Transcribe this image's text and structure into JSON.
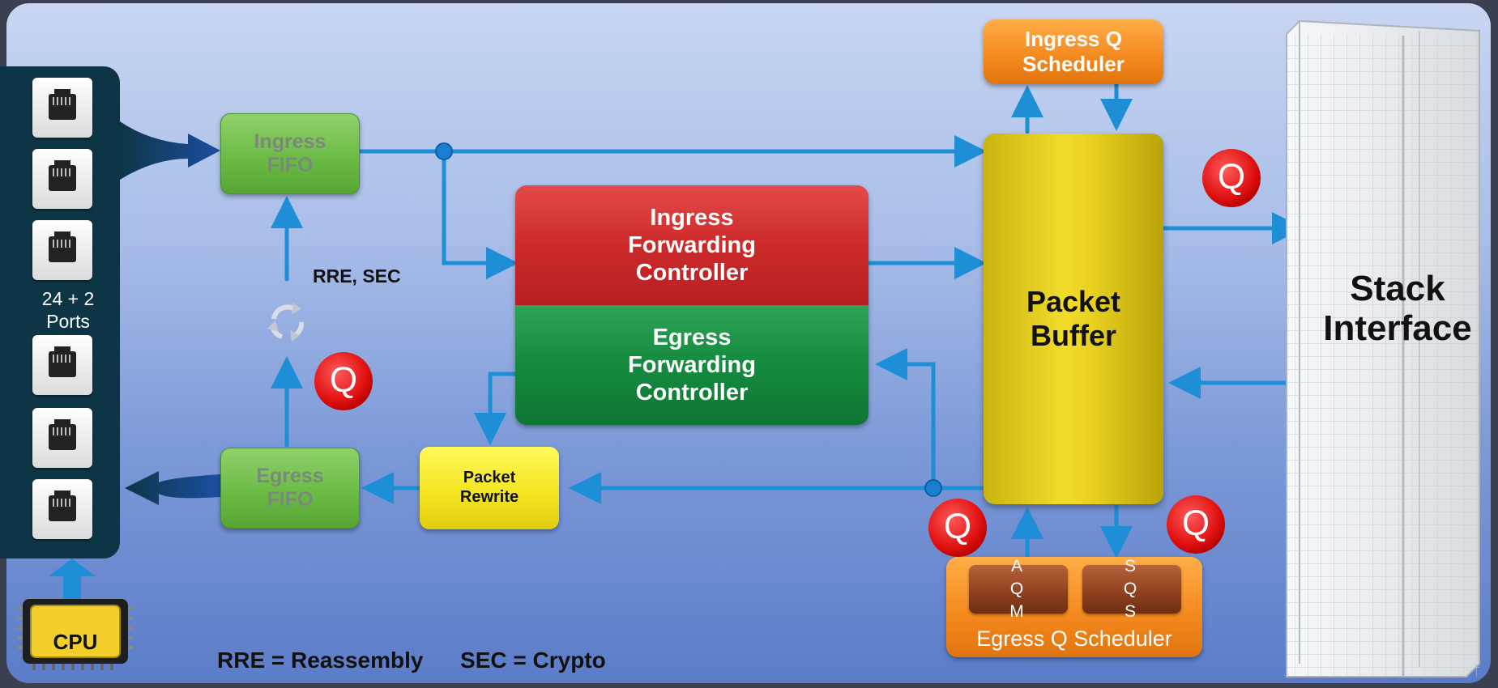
{
  "ports": {
    "label_line1": "24 + 2",
    "label_line2": "Ports"
  },
  "cpu": {
    "label": "CPU"
  },
  "ingress_fifo": {
    "line1": "Ingress",
    "line2": "FIFO"
  },
  "egress_fifo": {
    "line1": "Egress",
    "line2": "FIFO"
  },
  "rre_sec_label": "RRE, SEC",
  "ingress_forwarding": {
    "line1": "Ingress",
    "line2": "Forwarding",
    "line3": "Controller"
  },
  "egress_forwarding": {
    "line1": "Egress",
    "line2": "Forwarding",
    "line3": "Controller"
  },
  "packet_rewrite": {
    "line1": "Packet",
    "line2": "Rewrite"
  },
  "packet_buffer": {
    "line1": "Packet",
    "line2": "Buffer"
  },
  "ingress_q_scheduler": {
    "line1": "Ingress Q",
    "line2": "Scheduler"
  },
  "egress_q_scheduler": {
    "label": "Egress Q Scheduler",
    "aqm": [
      "A",
      "Q",
      "M"
    ],
    "sqs": [
      "S",
      "Q",
      "S"
    ]
  },
  "stack_interface": {
    "line1": "Stack",
    "line2": "Interface"
  },
  "queue_badge": "Q",
  "legend": {
    "rre": "RRE = Reassembly",
    "sec": "SEC = Crypto"
  },
  "colors": {
    "arrow": "#1e8fd6",
    "ingress_forwarding": "#c8232a",
    "egress_forwarding": "#13843c",
    "packet_buffer": "#e8d020",
    "scheduler": "#f28a1e",
    "fifo": "#6cbb46",
    "queue_badge": "#e01010"
  },
  "icons": [
    "rj45-port-icon",
    "cpu-chip-icon",
    "recycle-icon",
    "q-badge-icon",
    "stack-grid-icon"
  ]
}
